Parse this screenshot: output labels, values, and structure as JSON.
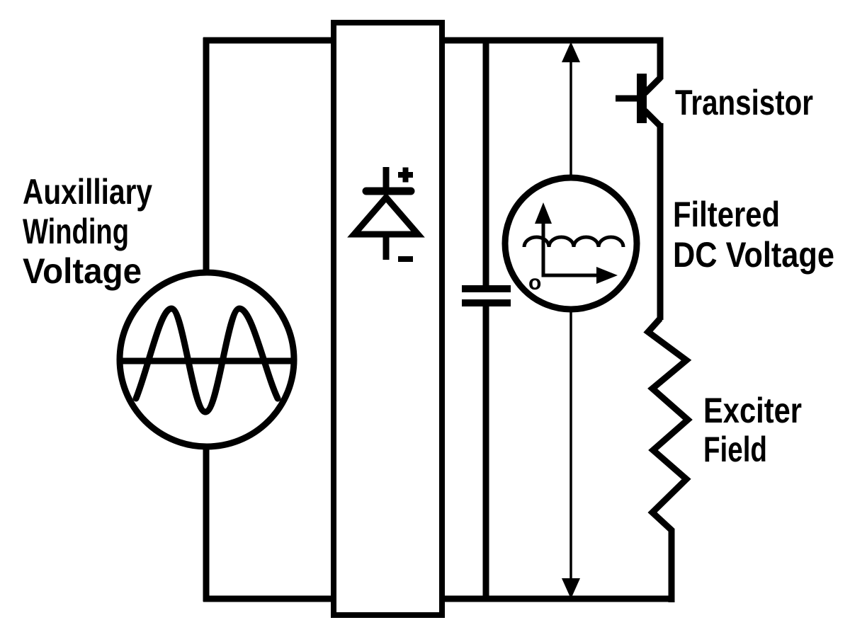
{
  "background": "#ffffff",
  "line_color": "#000000",
  "labels": {
    "source_line1": "Auxilliary",
    "source_line2": "Winding",
    "source_line3": "Voltage",
    "transistor": "Transistor",
    "filtered_line1": "Filtered",
    "filtered_line2": "DC Voltage",
    "exciter_line1": "Exciter",
    "exciter_line2": "Field"
  },
  "symbols": {
    "diode_positive_sign": "+",
    "diode_negative_sign": "-",
    "meter_origin_label": "o"
  },
  "icons": {
    "ac_source": "circle-with-sine-wave",
    "rectifier": "tall-box-with-diode",
    "capacitor": "parallel-plate-capacitor",
    "dc_meter": "circle-with-ripple-and-axes",
    "transistor": "bjt-transistor-symbol",
    "exciter_field": "resistor-zigzag",
    "voltage_measurement": "double-headed-vertical-arrow"
  }
}
